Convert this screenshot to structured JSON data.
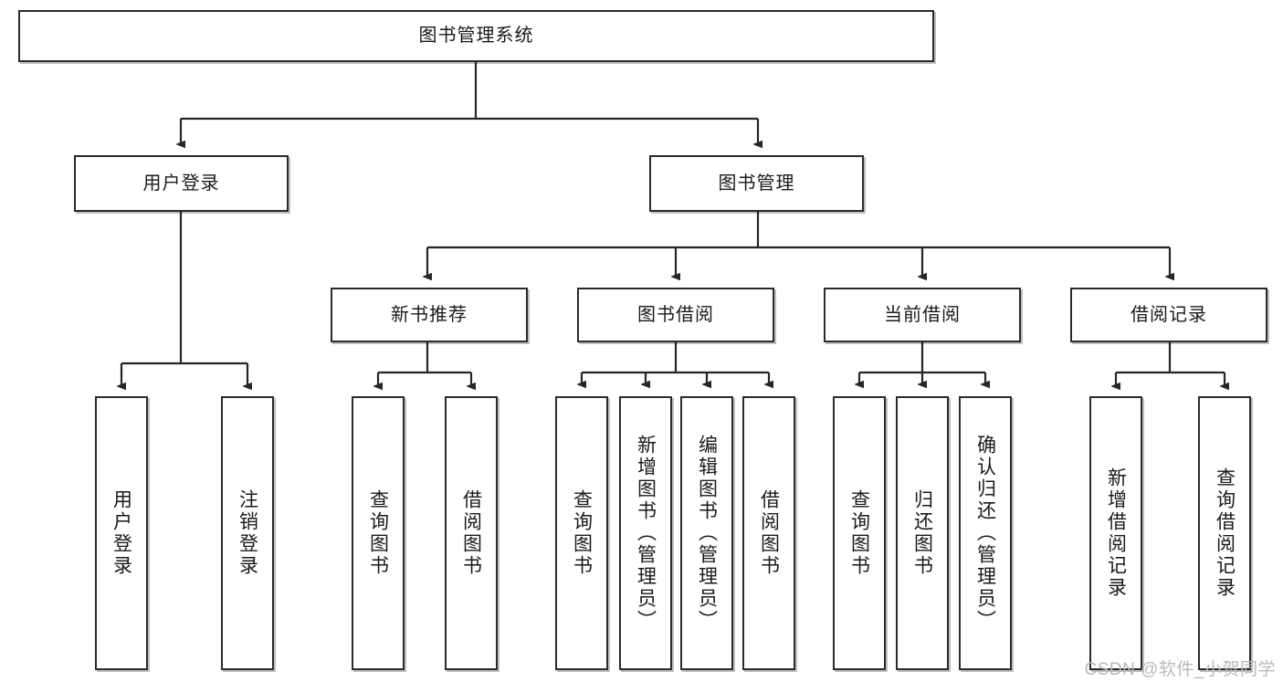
{
  "diagram": {
    "type": "tree",
    "title_node": {
      "id": "root",
      "label": "图书管理系统"
    },
    "levels": [
      {
        "level": 1,
        "nodes": [
          {
            "id": "user-login",
            "label": "用户登录"
          },
          {
            "id": "book-manage",
            "label": "图书管理"
          }
        ]
      },
      {
        "level": 2,
        "nodes": [
          {
            "id": "new-book-rec",
            "label": "新书推荐"
          },
          {
            "id": "book-borrow",
            "label": "图书借阅"
          },
          {
            "id": "current-borrow",
            "label": "当前借阅"
          },
          {
            "id": "borrow-record",
            "label": "借阅记录"
          }
        ]
      }
    ],
    "leaves": {
      "user-login": [
        {
          "id": "leaf-user-login",
          "label": "用户登录"
        },
        {
          "id": "leaf-user-logout",
          "label": "注销登录"
        }
      ],
      "new-book-rec": [
        {
          "id": "leaf-query-book-1",
          "label": "查询图书"
        },
        {
          "id": "leaf-borrow-book-1",
          "label": "借阅图书"
        }
      ],
      "book-borrow": [
        {
          "id": "leaf-query-book-2",
          "label": "查询图书"
        },
        {
          "id": "leaf-add-book",
          "label": "新增图书（管理员）"
        },
        {
          "id": "leaf-edit-book",
          "label": "编辑图书（管理员）"
        },
        {
          "id": "leaf-borrow-book-2",
          "label": "借阅图书"
        }
      ],
      "current-borrow": [
        {
          "id": "leaf-query-book-3",
          "label": "查询图书"
        },
        {
          "id": "leaf-return-book",
          "label": "归还图书"
        },
        {
          "id": "leaf-confirm-return",
          "label": "确认归还（管理员）"
        }
      ],
      "borrow-record": [
        {
          "id": "leaf-add-record",
          "label": "新增借阅记录"
        },
        {
          "id": "leaf-query-record",
          "label": "查询借阅记录"
        }
      ]
    }
  },
  "watermark": {
    "text": "CSDN @软件_小贺同学"
  },
  "colors": {
    "box_border": "#2b2b2b",
    "box_fill": "#ffffff",
    "connector": "#262626",
    "text": "#1a1a1a",
    "watermark": "#b9b9b9",
    "background": "#ffffff"
  }
}
